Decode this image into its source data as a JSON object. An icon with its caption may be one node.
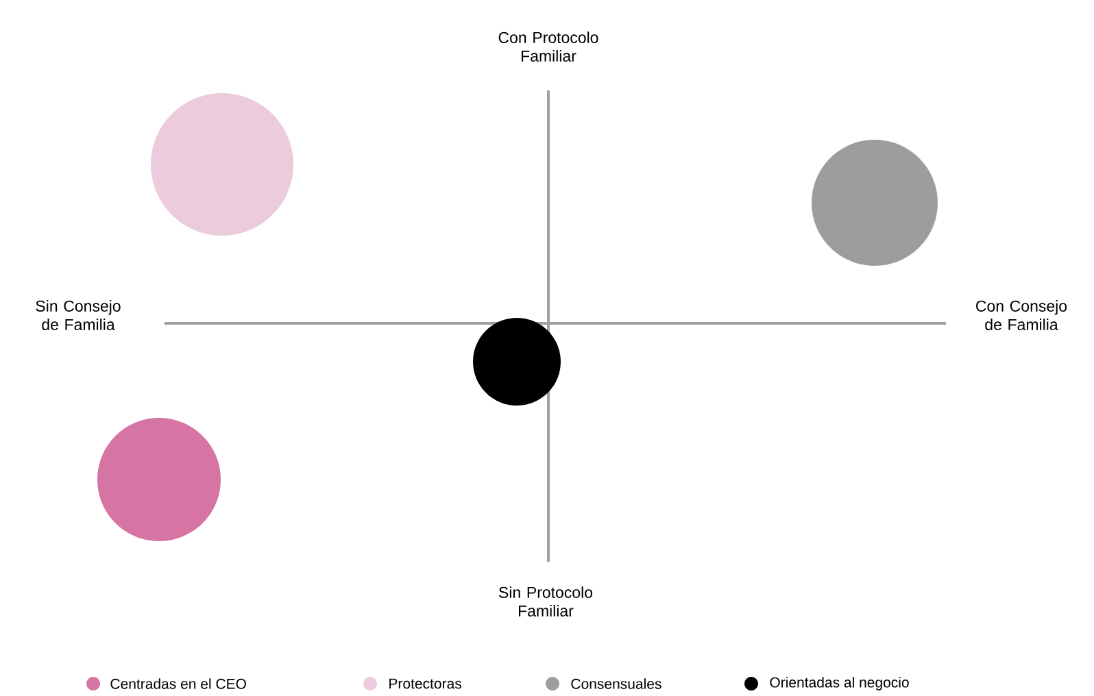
{
  "diagram": {
    "nodes": [
      {
        "text": [],
        "shape": "circle"
      },
      {
        "text": [],
        "shape": "circle"
      },
      {
        "text": [],
        "shape": "circle"
      },
      {
        "text": [],
        "shape": "circle"
      }
    ],
    "labels": [
      "Con Protocolo Familiar",
      "Sin Consejo de Familia",
      "Con Consejo de Familia",
      "Sin Protocolo Familiar"
    ],
    "legend": [
      {
        "text": "Centradas en el CEO",
        "color": "#d674a4"
      },
      {
        "text": "Protectoras",
        "color": "#ecccdc"
      },
      {
        "text": "Consensuales",
        "color": "#9d9d9b"
      },
      {
        "text": "Orientadas al negocio",
        "color": "#000000"
      }
    ]
  }
}
